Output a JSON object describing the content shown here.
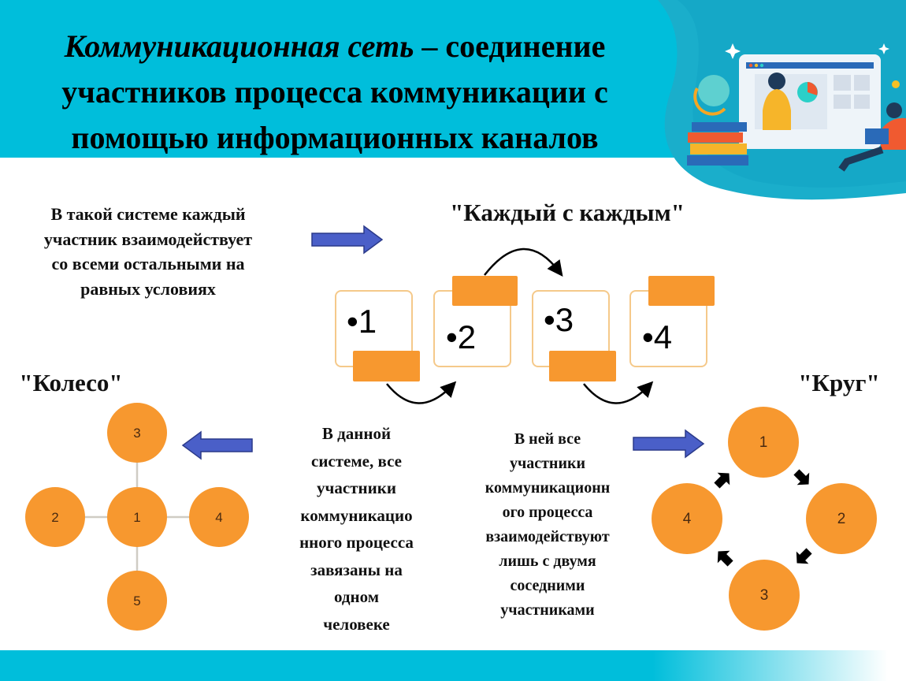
{
  "title": {
    "italic_part": "Коммуникационная сеть",
    "rest_line1": " – соединение",
    "line2": "участников процесса коммуникации с",
    "line3": "помощью информационных каналов"
  },
  "all_to_all": {
    "heading": "\"Каждый с каждым\"",
    "description": [
      "В такой системе каждый",
      "участник взаимодействует",
      "со всеми остальными на",
      "равных условиях"
    ],
    "nodes": [
      "•1",
      "•2",
      "•3",
      "•4"
    ]
  },
  "wheel": {
    "heading": "\"Колесо\"",
    "description": [
      "В данной",
      "системе, все",
      "участники",
      "коммуникацио",
      "нного процесса",
      "завязаны на",
      "одном",
      "человеке"
    ],
    "nodes": [
      "1",
      "2",
      "3",
      "4",
      "5"
    ]
  },
  "circle": {
    "heading": "\"Круг\"",
    "description": [
      "В ней все",
      "участники",
      "коммуникационн",
      "ого процесса",
      "взаимодействуют",
      "лишь с двумя",
      "соседними",
      "участниками"
    ],
    "nodes": [
      "1",
      "2",
      "3",
      "4"
    ]
  },
  "colors": {
    "cyan": "#00bedb",
    "orange": "#f7982f",
    "arrow_blue": "#4a5fc8"
  }
}
